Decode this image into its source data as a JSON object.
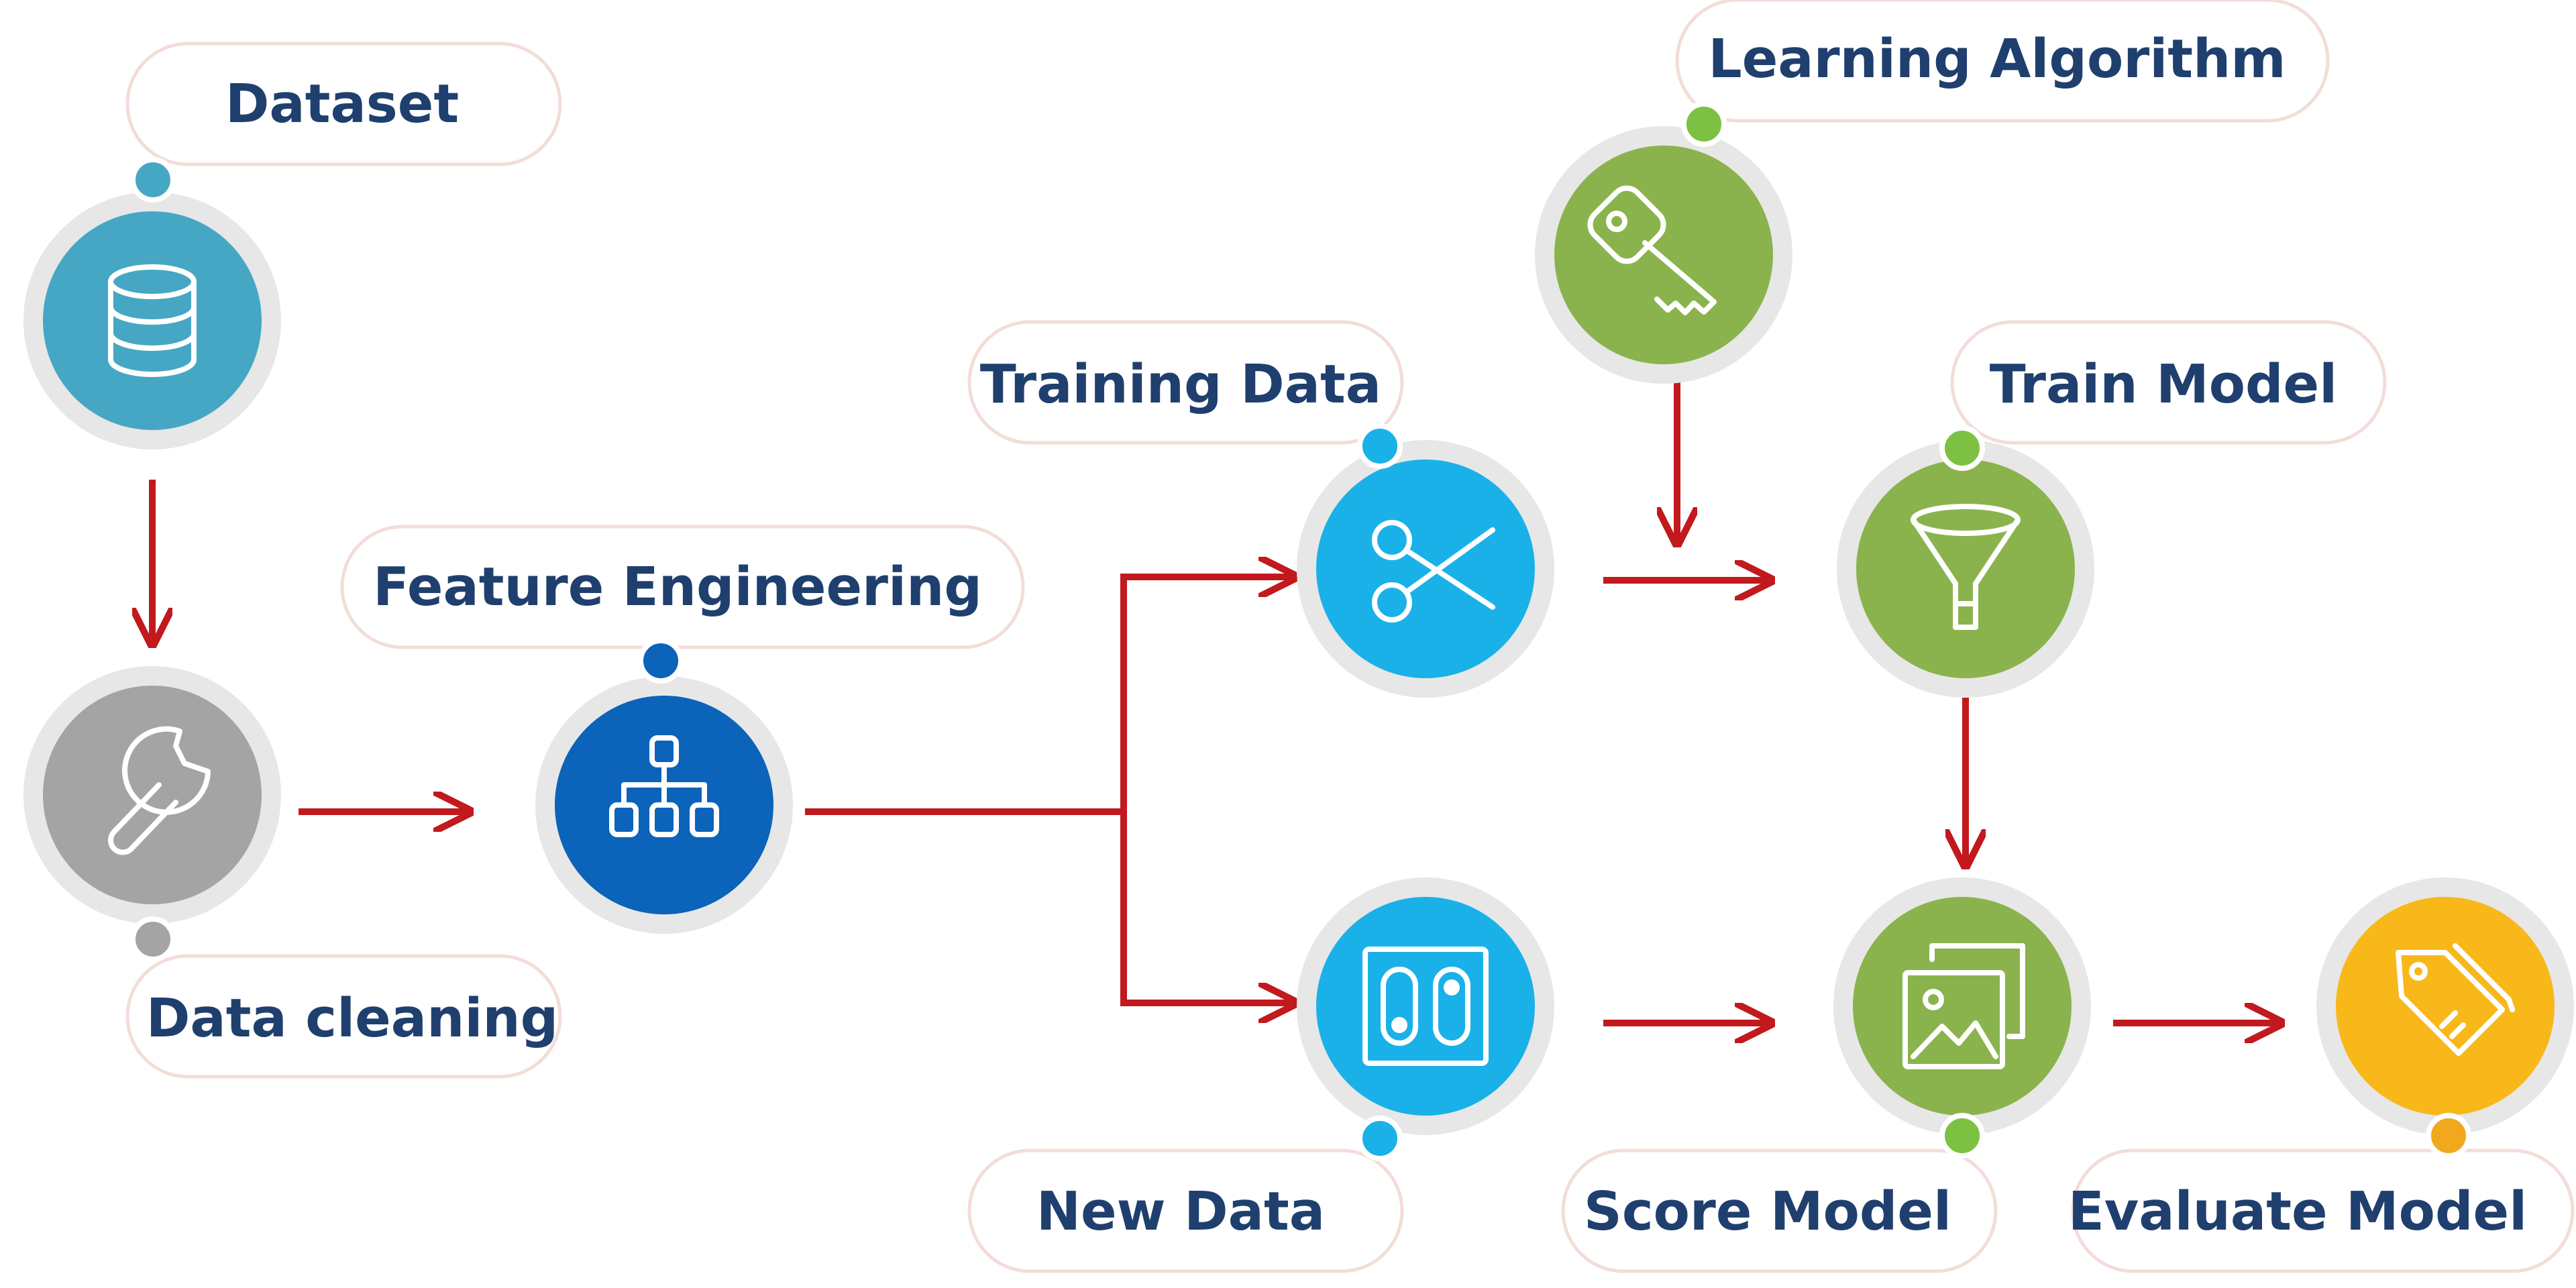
{
  "nodes": {
    "dataset": {
      "label": "Dataset",
      "color": "#45a7c4",
      "dot": "#45a7c4",
      "icon": "database-icon"
    },
    "data_cleaning": {
      "label": "Data cleaning",
      "color": "#a4a4a4",
      "dot": "#a4a4a4",
      "icon": "wrench-icon"
    },
    "feature_engineering": {
      "label": "Feature Engineering",
      "color": "#0b63ba",
      "dot": "#0b63ba",
      "icon": "hierarchy-icon"
    },
    "training_data": {
      "label": "Training Data",
      "color": "#19b1e8",
      "dot": "#19b1e8",
      "icon": "scissors-icon"
    },
    "new_data": {
      "label": "New Data",
      "color": "#19b1e8",
      "dot": "#19b1e8",
      "icon": "switch-icon"
    },
    "learning_algorithm": {
      "label": "Learning Algorithm",
      "color": "#8ab34d",
      "dot": "#7cc142",
      "icon": "key-icon"
    },
    "train_model": {
      "label": "Train Model",
      "color": "#8ab34d",
      "dot": "#7cc142",
      "icon": "funnel-icon"
    },
    "score_model": {
      "label": "Score Model",
      "color": "#8ab34d",
      "dot": "#7cc142",
      "icon": "images-icon"
    },
    "evaluate_model": {
      "label": "Evaluate Model",
      "color": "#f8b81a",
      "dot": "#f2a81c",
      "icon": "tags-icon"
    }
  },
  "edges": [
    {
      "from": "Dataset",
      "to": "Data cleaning"
    },
    {
      "from": "Data cleaning",
      "to": "Feature Engineering"
    },
    {
      "from": "Feature Engineering",
      "to": "Training Data"
    },
    {
      "from": "Feature Engineering",
      "to": "New Data"
    },
    {
      "from": "Training Data",
      "to": "Train Model"
    },
    {
      "from": "Learning Algorithm",
      "to": "Train Model"
    },
    {
      "from": "Train Model",
      "to": "Score Model"
    },
    {
      "from": "New Data",
      "to": "Score Model"
    },
    {
      "from": "Score Model",
      "to": "Evaluate Model"
    }
  ],
  "colors": {
    "arrow": "#c1191e",
    "label_text": "#1f3f6e",
    "pill_border": "#f3ddd8",
    "halo": "#e7e7e7"
  }
}
